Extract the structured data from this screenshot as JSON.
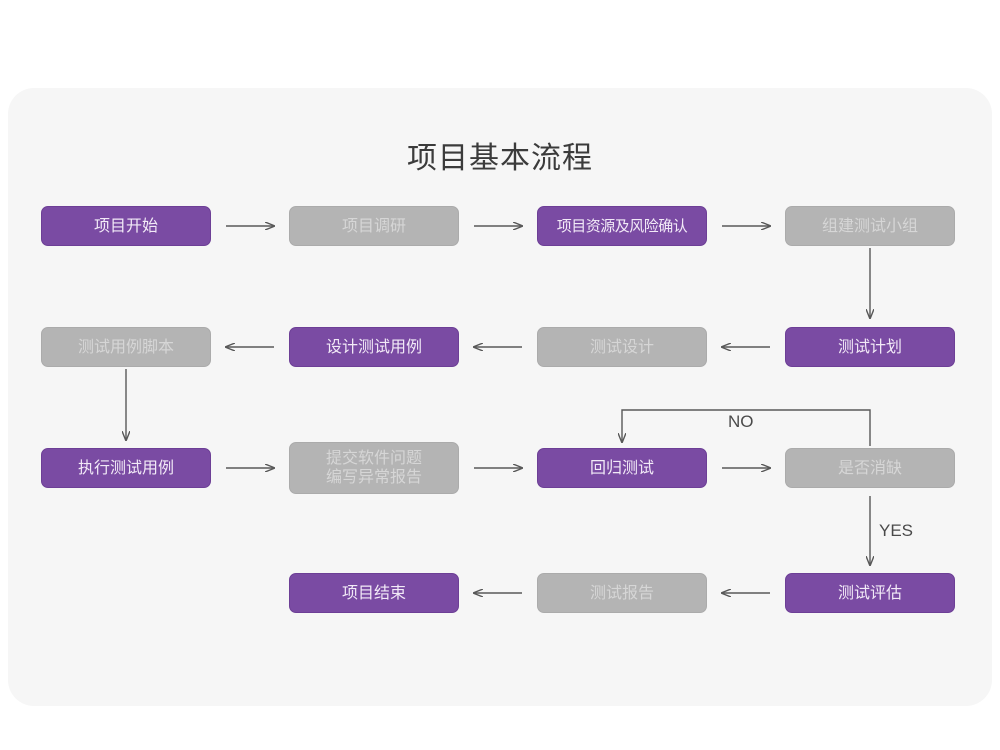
{
  "page": {
    "title": "项目基本流程",
    "background": "#ffffff",
    "card_background": "#f6f6f6"
  },
  "colors": {
    "purple_fill": "#7a4ba3",
    "purple_text": "#f2eaf7",
    "gray_fill": "#b4b4b4",
    "gray_text": "#d6d6d6",
    "connector": "#585858",
    "title_text": "#3b3b3b"
  },
  "chart_data": {
    "type": "diagram",
    "title": "项目基本流程",
    "nodes": [
      {
        "id": "n1",
        "label": "项目开始",
        "style": "purple",
        "row": 1,
        "col": 1
      },
      {
        "id": "n2",
        "label": "项目调研",
        "style": "gray",
        "row": 1,
        "col": 2
      },
      {
        "id": "n3",
        "label": "项目资源及风险确认",
        "style": "purple",
        "row": 1,
        "col": 3
      },
      {
        "id": "n4",
        "label": "组建测试小组",
        "style": "gray",
        "row": 1,
        "col": 4
      },
      {
        "id": "n5",
        "label": "测试用例脚本",
        "style": "gray",
        "row": 2,
        "col": 1
      },
      {
        "id": "n6",
        "label": "设计测试用例",
        "style": "purple",
        "row": 2,
        "col": 2
      },
      {
        "id": "n7",
        "label": "测试设计",
        "style": "gray",
        "row": 2,
        "col": 3
      },
      {
        "id": "n8",
        "label": "测试计划",
        "style": "purple",
        "row": 2,
        "col": 4
      },
      {
        "id": "n9",
        "label": "执行测试用例",
        "style": "purple",
        "row": 3,
        "col": 1
      },
      {
        "id": "n10",
        "label": "提交软件问题\n编写异常报告",
        "style": "gray",
        "row": 3,
        "col": 2
      },
      {
        "id": "n11",
        "label": "回归测试",
        "style": "purple",
        "row": 3,
        "col": 3
      },
      {
        "id": "n12",
        "label": "是否消缺",
        "style": "gray",
        "row": 3,
        "col": 4
      },
      {
        "id": "n13",
        "label": "项目结束",
        "style": "purple",
        "row": 4,
        "col": 2
      },
      {
        "id": "n14",
        "label": "测试报告",
        "style": "gray",
        "row": 4,
        "col": 3
      },
      {
        "id": "n15",
        "label": "测试评估",
        "style": "purple",
        "row": 4,
        "col": 4
      }
    ],
    "edges": [
      {
        "from": "n1",
        "to": "n2",
        "label": "",
        "direction": "right"
      },
      {
        "from": "n2",
        "to": "n3",
        "label": "",
        "direction": "right"
      },
      {
        "from": "n3",
        "to": "n4",
        "label": "",
        "direction": "right"
      },
      {
        "from": "n4",
        "to": "n8",
        "label": "",
        "direction": "down"
      },
      {
        "from": "n8",
        "to": "n7",
        "label": "",
        "direction": "left"
      },
      {
        "from": "n7",
        "to": "n6",
        "label": "",
        "direction": "left"
      },
      {
        "from": "n6",
        "to": "n5",
        "label": "",
        "direction": "left"
      },
      {
        "from": "n5",
        "to": "n9",
        "label": "",
        "direction": "down"
      },
      {
        "from": "n9",
        "to": "n10",
        "label": "",
        "direction": "right"
      },
      {
        "from": "n10",
        "to": "n11",
        "label": "",
        "direction": "right"
      },
      {
        "from": "n11",
        "to": "n12",
        "label": "",
        "direction": "right"
      },
      {
        "from": "n12",
        "to": "n11",
        "label": "NO",
        "direction": "loop-up-left"
      },
      {
        "from": "n12",
        "to": "n15",
        "label": "YES",
        "direction": "down"
      },
      {
        "from": "n15",
        "to": "n14",
        "label": "",
        "direction": "left"
      },
      {
        "from": "n14",
        "to": "n13",
        "label": "",
        "direction": "left"
      }
    ],
    "edge_labels": {
      "no": "NO",
      "yes": "YES"
    }
  }
}
